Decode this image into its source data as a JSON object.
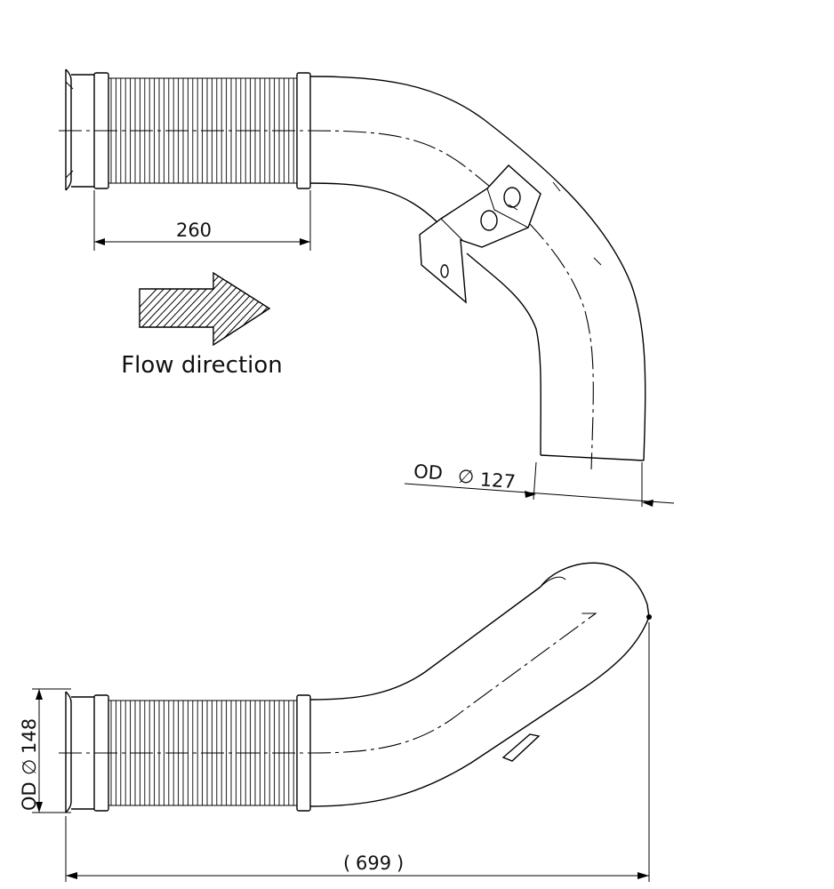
{
  "drawing": {
    "dimensions": {
      "bellows_length": "260",
      "outlet_od_prefix": "OD",
      "outlet_od_symbol": "∅",
      "outlet_od_value": "127",
      "inlet_od_prefix": "OD",
      "inlet_od_symbol": "∅",
      "inlet_od_value": "148",
      "overall_length_open": "(",
      "overall_length": "699",
      "overall_length_close": ")"
    },
    "flow": {
      "label": "Flow direction",
      "arrow_icon": "hatched-arrow-icon"
    },
    "colors": {
      "line": "#000000",
      "background": "#ffffff"
    }
  }
}
